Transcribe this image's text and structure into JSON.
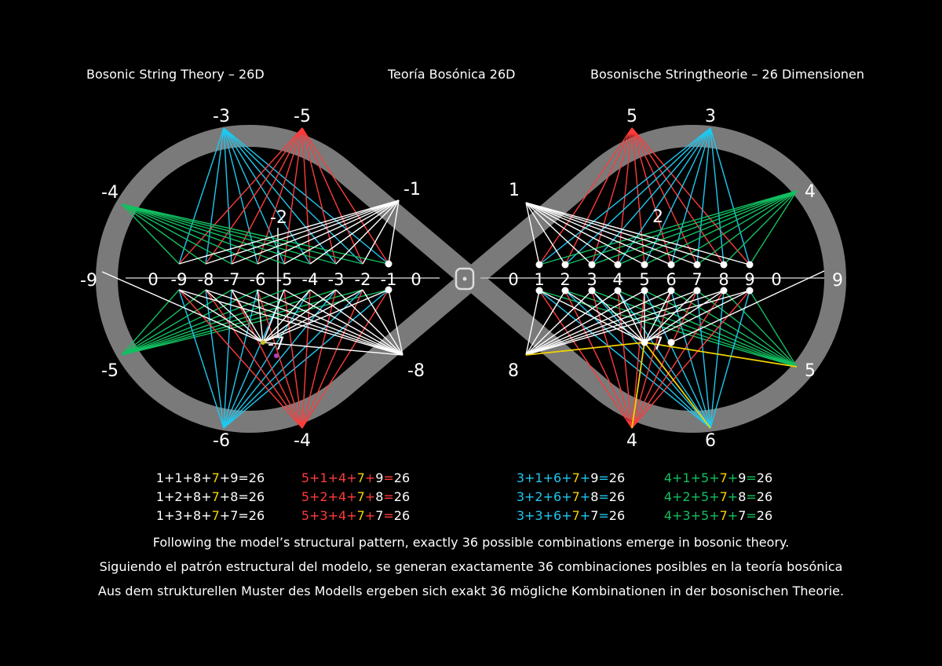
{
  "titles": {
    "english": "Bosonic String Theory – 26D",
    "spanish": "Teoría Bosónica 26D",
    "german": "Bosonische Stringtheorie – 26 Dimensionen"
  },
  "colors": {
    "ring": "#7a7a7a",
    "white": "#ffffff",
    "red": "#ff3b3b",
    "cyan": "#1ec8f0",
    "green": "#12c060",
    "yellow": "#f2d300",
    "axis": "#bdbdbd"
  },
  "center_symbol": "⊙",
  "left": {
    "nodes": {
      "top_a": "-3",
      "top_b": "-5",
      "upper_left": "-4",
      "upper_right": "-1",
      "far_left": "-9",
      "lower_left": "-5",
      "lower_right": "-8",
      "bottom_a": "-6",
      "bottom_b": "-4",
      "upper_mid": "-2",
      "center": "-7"
    },
    "axis_labels": [
      "0",
      "-9",
      "-8",
      "-7",
      "-6",
      "-5",
      "-4",
      "-3",
      "-2",
      "-1",
      "0"
    ]
  },
  "right": {
    "nodes": {
      "top_a": "5",
      "top_b": "3",
      "upper_left": "1",
      "upper_right": "4",
      "far_right": "9",
      "lower_left": "8",
      "lower_right": "5",
      "bottom_a": "4",
      "bottom_b": "6",
      "upper_mid": "2",
      "center": "7"
    },
    "axis_labels": [
      "0",
      "1",
      "2",
      "3",
      "4",
      "5",
      "6",
      "7",
      "8",
      "9",
      "0"
    ]
  },
  "equations": [
    {
      "color": "white",
      "rows": [
        [
          "1",
          "+",
          "1",
          "+",
          "8",
          "+",
          "7",
          "+",
          "9",
          "=",
          "26"
        ],
        [
          "1",
          "+",
          "2",
          "+",
          "8",
          "+",
          "7",
          "+",
          "8",
          "=",
          "26"
        ],
        [
          "1",
          "+",
          "3",
          "+",
          "8",
          "+",
          "7",
          "+",
          "7",
          "=",
          "26"
        ]
      ]
    },
    {
      "color": "red",
      "rows": [
        [
          "5",
          "+",
          "1",
          "+",
          "4",
          "+",
          "7",
          "+",
          "9",
          "=",
          "26"
        ],
        [
          "5",
          "+",
          "2",
          "+",
          "4",
          "+",
          "7",
          "+",
          "8",
          "=",
          "26"
        ],
        [
          "5",
          "+",
          "3",
          "+",
          "4",
          "+",
          "7",
          "+",
          "7",
          "=",
          "26"
        ]
      ]
    },
    {
      "color": "cyan",
      "rows": [
        [
          "3",
          "+",
          "1",
          "+",
          "6",
          "+",
          "7",
          "+",
          "9",
          "=",
          "26"
        ],
        [
          "3",
          "+",
          "2",
          "+",
          "6",
          "+",
          "7",
          "+",
          "8",
          "=",
          "26"
        ],
        [
          "3",
          "+",
          "3",
          "+",
          "6",
          "+",
          "7",
          "+",
          "7",
          "=",
          "26"
        ]
      ]
    },
    {
      "color": "green",
      "rows": [
        [
          "4",
          "+",
          "1",
          "+",
          "5",
          "+",
          "7",
          "+",
          "9",
          "=",
          "26"
        ],
        [
          "4",
          "+",
          "2",
          "+",
          "5",
          "+",
          "7",
          "+",
          "8",
          "=",
          "26"
        ],
        [
          "4",
          "+",
          "3",
          "+",
          "5",
          "+",
          "7",
          "+",
          "7",
          "=",
          "26"
        ]
      ]
    }
  ],
  "captions": [
    "Following the model’s structural pattern, exactly 36 possible combinations emerge in bosonic theory.",
    "Siguiendo el patrón estructural del modelo, se generan exactamente 36 combinaciones posibles en la teoría bosónica",
    "Aus dem strukturellen Muster des Modells ergeben sich exakt 36 mögliche Kombinationen in der bosonischen Theorie."
  ]
}
